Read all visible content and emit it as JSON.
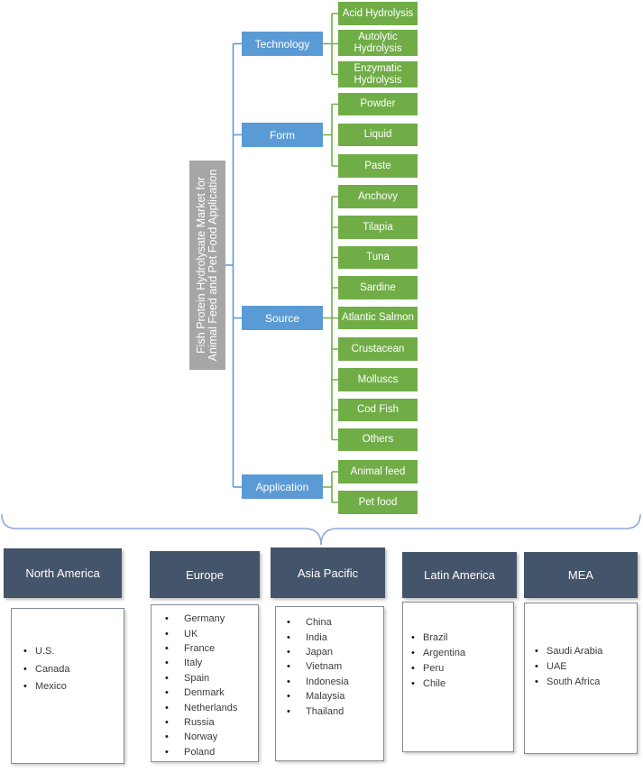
{
  "diagram": {
    "root_title": "Fish Protein Hydrolysate Market for Animal Feed and Pet Food Application",
    "branches": [
      {
        "label": "Technology",
        "children": [
          "Acid Hydrolysis",
          "Autolytic Hydrolysis",
          "Enzymatic Hydrolysis"
        ]
      },
      {
        "label": "Form",
        "children": [
          "Powder",
          "Liquid",
          "Paste"
        ]
      },
      {
        "label": "Source",
        "children": [
          "Anchovy",
          "Tilapia",
          "Tuna",
          "Sardine",
          "Atlantic Salmon",
          "Crustacean",
          "Molluscs",
          "Cod Fish",
          "Others"
        ]
      },
      {
        "label": "Application",
        "children": [
          "Animal feed",
          "Pet food"
        ]
      }
    ]
  },
  "regions": [
    {
      "name": "North America",
      "countries": [
        "U.S.",
        "Canada",
        "Mexico"
      ]
    },
    {
      "name": "Europe",
      "countries": [
        "Germany",
        "UK",
        "France",
        "Italy",
        "Spain",
        "Denmark",
        "Netherlands",
        "Russia",
        "Norway",
        "Poland"
      ]
    },
    {
      "name": "Asia Pacific",
      "countries": [
        "China",
        "India",
        "Japan",
        "Vietnam",
        "Indonesia",
        "Malaysia",
        "Thailand"
      ]
    },
    {
      "name": "Latin America",
      "countries": [
        "Brazil",
        "Argentina",
        "Peru",
        "Chile"
      ]
    },
    {
      "name": "MEA",
      "countries": [
        "Saudi Arabia",
        "UAE",
        "South Africa"
      ]
    }
  ],
  "colors": {
    "category_blue": "#5B9BD5",
    "segment_green": "#70AD47",
    "root_gray": "#A6A6A6",
    "region_header_slate": "#44546A",
    "brace_light_blue": "#8FAADC",
    "connector_green": "#70AD47",
    "connector_blue": "#5B9BD5"
  }
}
